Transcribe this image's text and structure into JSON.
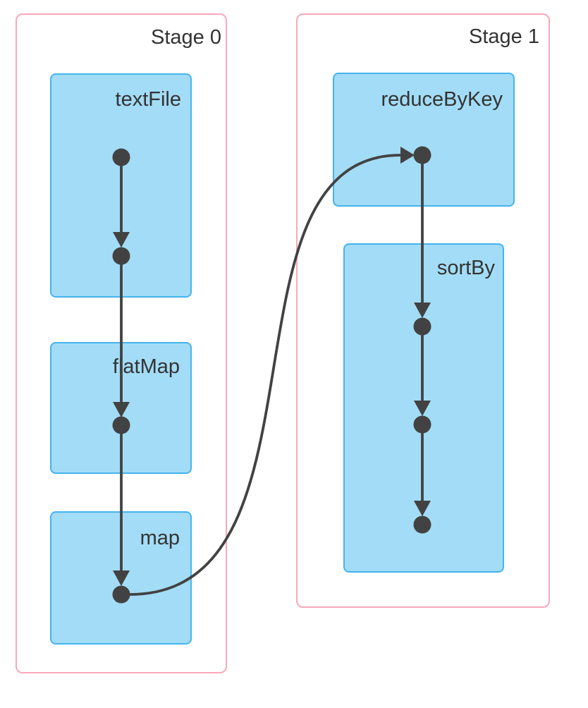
{
  "diagram": {
    "type": "dag",
    "stages": [
      {
        "label": "Stage 0",
        "operations": [
          {
            "label": "textFile",
            "rdd_nodes": 2
          },
          {
            "label": "flatMap",
            "rdd_nodes": 1
          },
          {
            "label": "map",
            "rdd_nodes": 1
          }
        ]
      },
      {
        "label": "Stage 1",
        "operations": [
          {
            "label": "reduceByKey",
            "rdd_nodes": 1
          },
          {
            "label": "sortBy",
            "rdd_nodes": 3
          }
        ]
      }
    ],
    "edges": [
      {
        "from": "textFile.node1",
        "to": "textFile.node2",
        "shape": "straight"
      },
      {
        "from": "textFile.node2",
        "to": "flatMap.node1",
        "shape": "straight"
      },
      {
        "from": "flatMap.node1",
        "to": "map.node1",
        "shape": "straight"
      },
      {
        "from": "map.node1",
        "to": "reduceByKey.node1",
        "shape": "curved-shuffle"
      },
      {
        "from": "reduceByKey.node1",
        "to": "sortBy.node1",
        "shape": "straight"
      },
      {
        "from": "sortBy.node1",
        "to": "sortBy.node2",
        "shape": "straight"
      },
      {
        "from": "sortBy.node2",
        "to": "sortBy.node3",
        "shape": "straight"
      }
    ],
    "colors": {
      "stage_border": "#FCA7B9",
      "operation_fill": "#A3DCF6",
      "operation_border": "#45B4EE",
      "node_and_edge": "#424242",
      "label_text": "#333333",
      "background": "#FFFFFF"
    }
  }
}
